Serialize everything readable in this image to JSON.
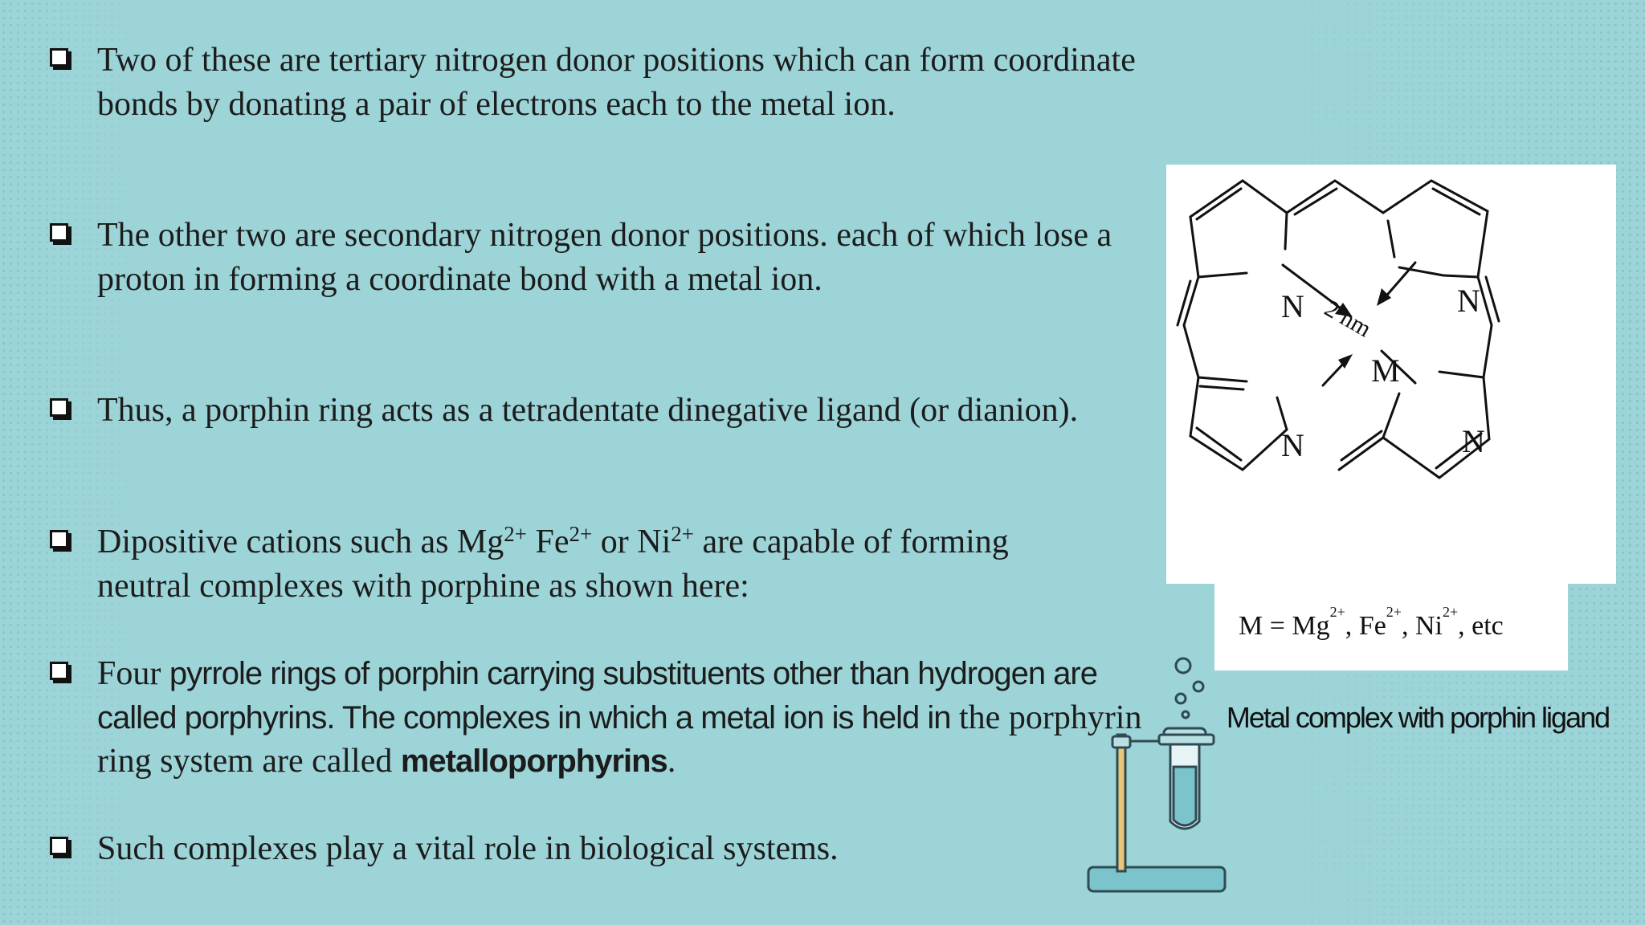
{
  "bullets": [
    {
      "text": "Two of these are tertiary nitrogen donor positions which can form coordinate bonds by donating a pair of electrons each to the metal ion."
    },
    {
      "text": "The other two are secondary nitrogen donor positions. each of which lose a proton in forming a coordinate bond with a metal ion."
    },
    {
      "text": "Thus, a porphin ring acts as a tetradentate dinegative ligand (or dianion)."
    },
    {
      "pre": " Dipositive cations such as Mg",
      "sup1": "2+",
      "mid1": "  Fe",
      "sup2": "2+",
      "mid2": "  or Ni",
      "sup3": "2+",
      "post": " are capable of forming neutral complexes with porphine as shown here:"
    },
    {
      "pre_serif": "Four ",
      "sans": "pyrrole rings of porphin carrying substituents other than hydrogen are called porphyrins. The complexes in which a metal ion is held in",
      "serif_tail": "the porphyrin ring system are called ",
      "bold": "metalloporphyrins",
      "end": "."
    },
    {
      "text": "Such complexes play a vital role in biological systems."
    }
  ],
  "diagram": {
    "n_label": "N",
    "metal_label": "M",
    "distance_label": "2 nm"
  },
  "legend": {
    "prefix": "M = Mg",
    "sup1": "2+",
    "fe": ", Fe",
    "sup2": "2+",
    "ni": ", Ni",
    "sup3": "2+",
    "suffix": ", etc"
  },
  "caption": "Metal complex with porphin ligand",
  "colors": {
    "background": "#9dd4d8",
    "text": "#1c1c1c",
    "tube_liquid": "#7cc4cc",
    "stand_rod": "#e8c77a"
  }
}
